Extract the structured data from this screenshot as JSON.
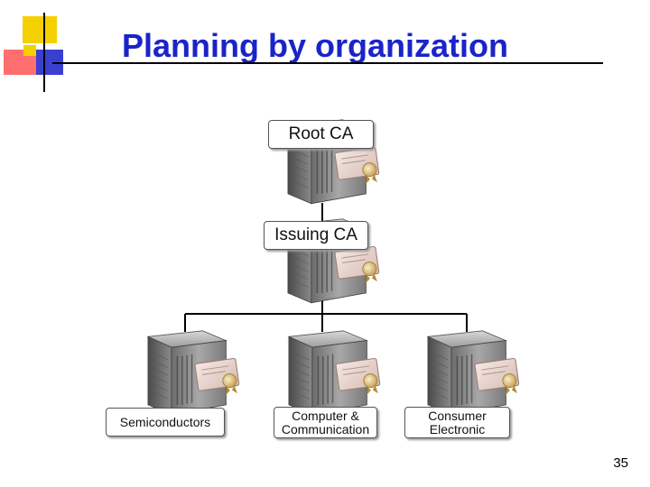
{
  "slide": {
    "title": "Planning by organization",
    "page_number": "35"
  },
  "diagram": {
    "root": {
      "label": "Root CA"
    },
    "issuing": {
      "label": "Issuing CA"
    },
    "leaves": [
      {
        "label": "Semiconductors"
      },
      {
        "label": "Computer &\nCommunication"
      },
      {
        "label": "Consumer\nElectronic"
      }
    ]
  },
  "colors": {
    "title": "#1a24c8",
    "deco_yellow": "#f5d000",
    "deco_red": "#ff6f6f",
    "deco_blue": "#3a3fd0"
  },
  "icons": {
    "server": "server-icon",
    "certificate": "certificate-icon"
  }
}
